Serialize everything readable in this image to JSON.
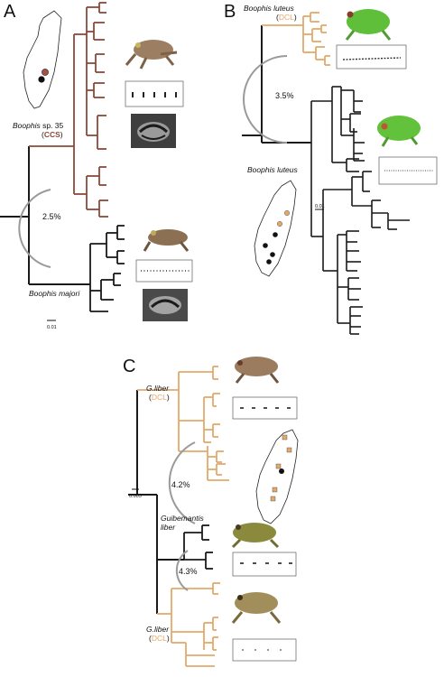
{
  "colors": {
    "black_clade": "#1a1a1a",
    "ccs_brown": "#8b4a3a",
    "dcl_orange": "#e2a96b",
    "arc_gray": "#9a9a9a",
    "frog_brown": "#9c7e62",
    "frog_green": "#5fbf3a",
    "frog_olive": "#8b8a3c"
  },
  "panel_a": {
    "letter": "A",
    "species_ccs": "Boophis",
    "species_ccs_rest": " sp. 35",
    "tag_ccs_open": "(",
    "tag_ccs": "CCS",
    "tag_ccs_close": ")",
    "species_major": "Boophis majori",
    "divergence": "2.5%",
    "scale": "0.01"
  },
  "panel_b": {
    "letter": "B",
    "species_dcl": "Boophis luteus",
    "tag_open": "(",
    "tag_dcl": "DCL",
    "tag_close": ")",
    "species_main": "Boophis luteus",
    "divergence": "3.5%",
    "scale": "0.01"
  },
  "panel_c": {
    "letter": "C",
    "top_species": "G.liber",
    "top_tag_open": "(",
    "top_tag": "DCL",
    "top_tag_close": ")",
    "mid_genus": "Guibemantis",
    "mid_species": "liber",
    "bottom_species": "G.liber",
    "bottom_tag_open": "(",
    "bottom_tag": "DCL",
    "bottom_tag_close": ")",
    "divergence_top": "4.2%",
    "divergence_bottom": "4.3%",
    "scale": "0.005"
  },
  "icons": [
    "madagascar-map-icon",
    "frog-photo-icon",
    "call-oscillogram-icon",
    "tadpole-mouthparts-icon"
  ]
}
